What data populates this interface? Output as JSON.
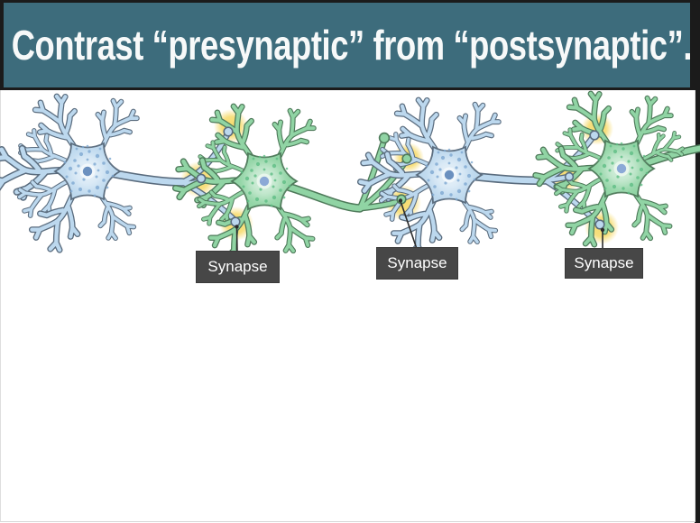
{
  "slide": {
    "title": "Contrast “presynaptic” from “postsynaptic”."
  },
  "diagram": {
    "labels": [
      {
        "text": "Synapse"
      },
      {
        "text": "Synapse"
      },
      {
        "text": "Synapse"
      }
    ],
    "neurons": [
      {
        "name": "neuron-1",
        "color": "blue"
      },
      {
        "name": "neuron-2",
        "color": "green"
      },
      {
        "name": "neuron-3",
        "color": "blue"
      },
      {
        "name": "neuron-4",
        "color": "green"
      }
    ],
    "colors": {
      "header_bg": "#3d6c7c",
      "title_text": "#ffffff",
      "frame": "#1b1b1b",
      "neuron_blue": "#bcd8ee",
      "neuron_blue_edge": "#5a6c7e",
      "neuron_green": "#90d4a4",
      "neuron_green_edge": "#4e7a5a",
      "synapse_highlight": "#f6d96d",
      "label_bg": "#474747",
      "label_text": "#ffffff"
    }
  }
}
